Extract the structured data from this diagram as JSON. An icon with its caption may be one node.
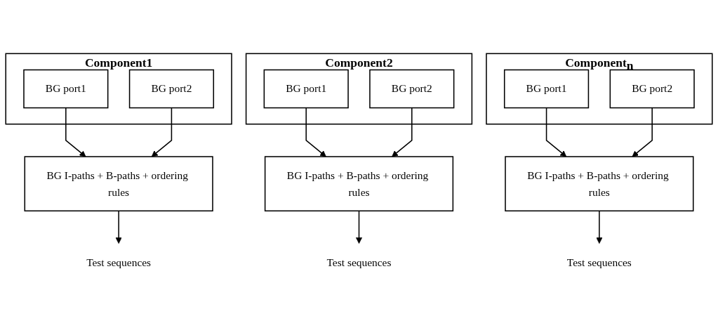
{
  "diagram": {
    "nodes": [
      {
        "text": [
          "Component1"
        ]
      },
      {
        "text": [
          "BG port1"
        ],
        "in": 0
      },
      {
        "text": [
          "BG port2"
        ],
        "in": 0
      },
      {
        "text": [
          "BG I-paths + B-paths + ordering rules"
        ]
      },
      {
        "text": [
          "Test sequences"
        ]
      },
      {
        "text": [
          "Component2"
        ]
      },
      {
        "text": [
          "BG port1"
        ],
        "in": 5
      },
      {
        "text": [
          "BG port2"
        ],
        "in": 5
      },
      {
        "text": [
          "BG I-paths + B-paths + ordering rules"
        ]
      },
      {
        "text": [
          "Test sequences"
        ]
      },
      {
        "text": [
          "Component$_{n}$"
        ]
      },
      {
        "text": [
          "BG port1"
        ],
        "in": 10
      },
      {
        "text": [
          "BG port2"
        ],
        "in": 10
      },
      {
        "text": [
          "BG I-paths + B-paths + ordering rules"
        ]
      },
      {
        "text": [
          "Test sequences"
        ]
      }
    ],
    "edges": [
      {
        "from": 1,
        "to": 3,
        "arrow": "to"
      },
      {
        "from": 2,
        "to": 3,
        "arrow": "to"
      },
      {
        "from": 3,
        "to": 4,
        "arrow": "to"
      },
      {
        "from": 6,
        "to": 8,
        "arrow": "to"
      },
      {
        "from": 7,
        "to": 8,
        "arrow": "to"
      },
      {
        "from": 8,
        "to": 9,
        "arrow": "to"
      },
      {
        "from": 11,
        "to": 13,
        "arrow": "to"
      },
      {
        "from": 12,
        "to": 13,
        "arrow": "to"
      },
      {
        "from": 13,
        "to": 14,
        "arrow": "to"
      }
    ]
  }
}
